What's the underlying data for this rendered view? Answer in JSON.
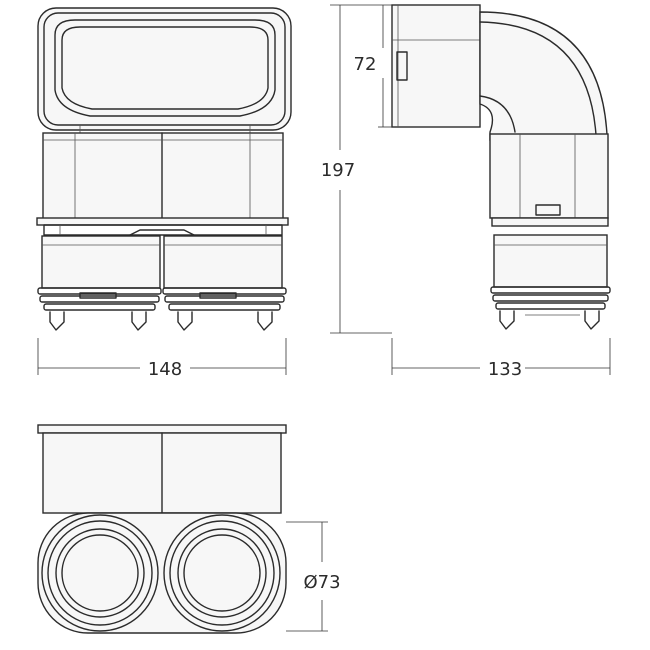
{
  "dimensions": {
    "width_front": "148",
    "width_side": "133",
    "height_total": "197",
    "height_top": "72",
    "diameter": "Ø73"
  },
  "colors": {
    "line": "#2b2b2b",
    "background": "#ffffff"
  }
}
